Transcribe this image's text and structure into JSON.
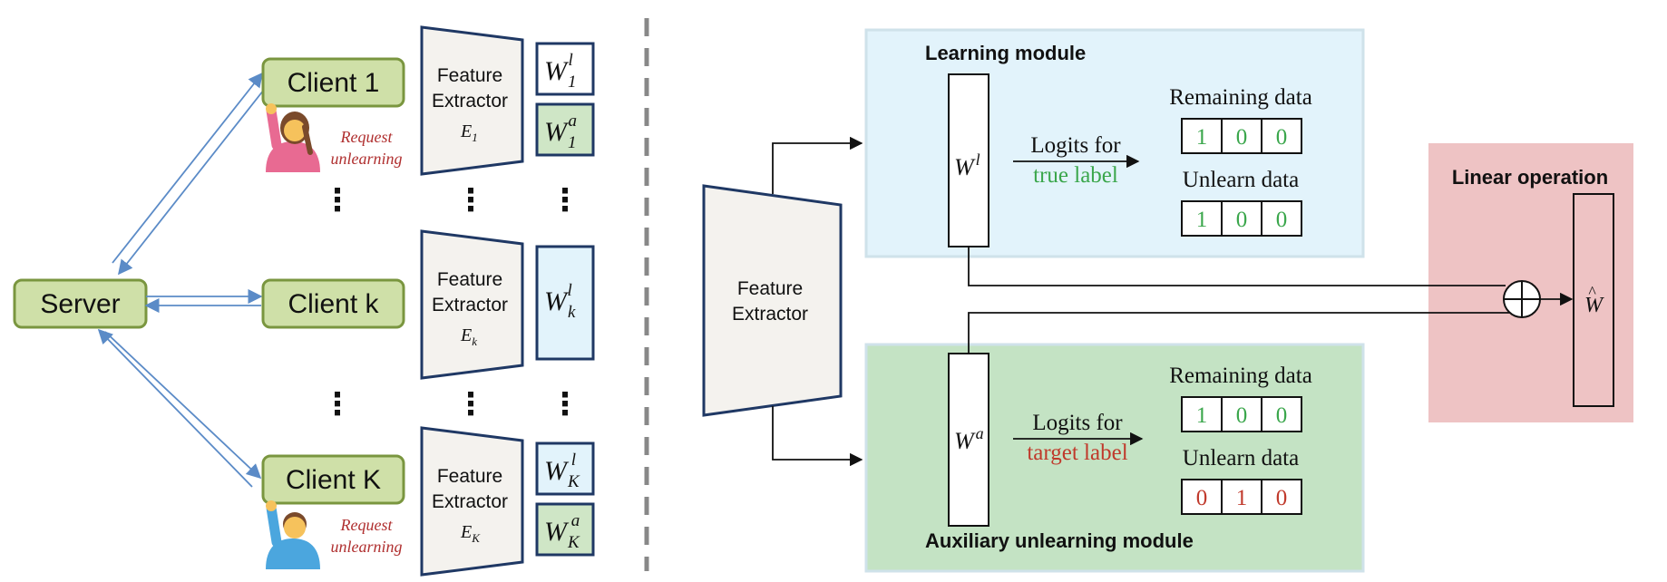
{
  "colors": {
    "client_fill": "#cfe0a8",
    "client_stroke": "#7a963f",
    "feature_fill": "#f4f2ee",
    "feature_stroke": "#1f3864",
    "learning_fill": "#e2f3fb",
    "learning_stroke": "#cfe2ea",
    "aux_fill": "#c4e3c4",
    "aux_stroke": "#cfe2ea",
    "linear_fill": "#eec3c4",
    "arrow_blue": "#5b8bc7",
    "true_green": "#3aa64b",
    "target_red": "#c0392b"
  },
  "left": {
    "server_label": "Server",
    "clients": [
      {
        "label": "Client 1",
        "fe_line1": "Feature",
        "fe_line2": "Extractor",
        "fe_symbol": "E",
        "fe_sub": "1",
        "weights": [
          {
            "base": "W",
            "sub": "1",
            "sup": "l"
          },
          {
            "base": "W",
            "sub": "1",
            "sup": "a"
          }
        ],
        "request": [
          "Request",
          "unlearning"
        ],
        "icon": "person-raising-hand-icon"
      },
      {
        "label": "Client k",
        "fe_line1": "Feature",
        "fe_line2": "Extractor",
        "fe_symbol": "E",
        "fe_sub": "k",
        "weights": [
          {
            "base": "W",
            "sub": "k",
            "sup": "l"
          }
        ]
      },
      {
        "label": "Client K",
        "fe_line1": "Feature",
        "fe_line2": "Extractor",
        "fe_symbol": "E",
        "fe_sub": "K",
        "weights": [
          {
            "base": "W",
            "sub": "K",
            "sup": "l"
          },
          {
            "base": "W",
            "sub": "K",
            "sup": "a"
          }
        ],
        "request": [
          "Request",
          "unlearning"
        ],
        "icon": "person-raising-hand-icon"
      }
    ],
    "ellipsis": "⋮"
  },
  "right": {
    "feature_extractor": [
      "Feature",
      "Extractor"
    ],
    "learning_module": {
      "title": "Learning module",
      "weight": {
        "base": "W",
        "sup": "l"
      },
      "logits_line1": "Logits for",
      "logits_line2": "true label",
      "remaining_title": "Remaining data",
      "remaining_values": [
        "1",
        "0",
        "0"
      ],
      "unlearn_title": "Unlearn data",
      "unlearn_values": [
        "1",
        "0",
        "0"
      ]
    },
    "aux_module": {
      "title": "Auxiliary unlearning module",
      "weight": {
        "base": "W",
        "sup": "a"
      },
      "logits_line1": "Logits for",
      "logits_line2": "target label",
      "remaining_title": "Remaining data",
      "remaining_values": [
        "1",
        "0",
        "0"
      ],
      "unlearn_title": "Unlearn data",
      "unlearn_values": [
        "0",
        "1",
        "0"
      ]
    },
    "linear": {
      "title": "Linear operation",
      "operator": "⊕",
      "weight": {
        "base": "W",
        "accent": "^"
      }
    }
  }
}
